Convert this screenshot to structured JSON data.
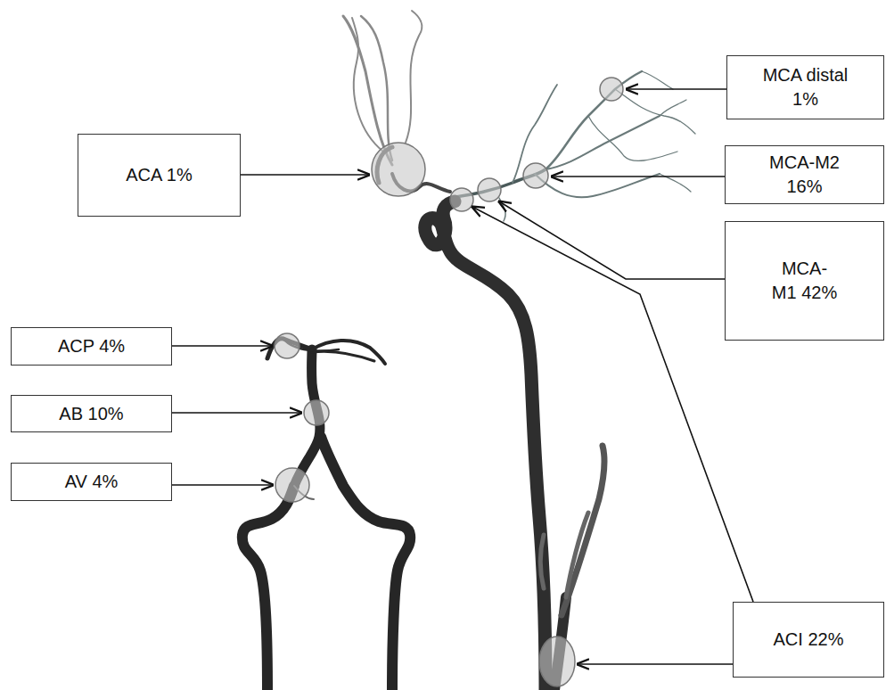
{
  "diagram": {
    "nodes": [
      {
        "text": [
          "MCA distal 1%"
        ]
      },
      {
        "text": [
          "ACA 1%"
        ]
      },
      {
        "text": [
          "MCA-M2 16%"
        ]
      },
      {
        "text": [
          "MCA-M1 42%"
        ]
      },
      {
        "text": [
          "ACP 4%"
        ]
      },
      {
        "text": [
          "AB 10%"
        ]
      },
      {
        "text": [
          "AV 4%"
        ]
      },
      {
        "text": [
          "ACI 22%"
        ]
      }
    ]
  }
}
